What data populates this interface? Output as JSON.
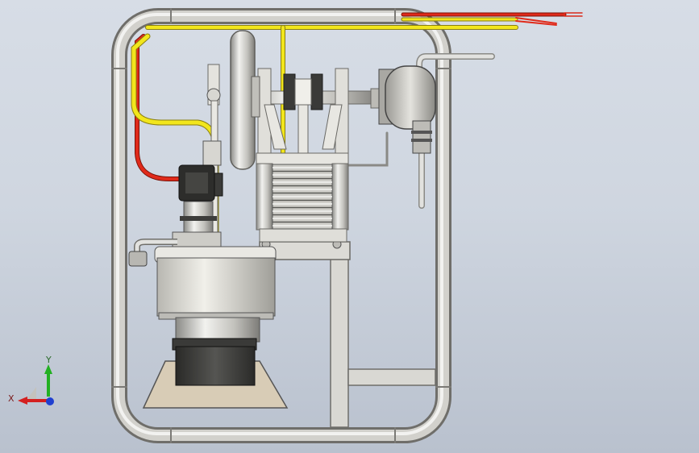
{
  "viewport": {
    "background_top": "#d7dde6",
    "background_bottom": "#b9c1ce"
  },
  "model": {
    "frame_color": "#c8c6c0",
    "wire_colors": [
      "#f2e61c",
      "#e02a1a"
    ],
    "components": [
      "tube-frame",
      "flywheel",
      "crankshaft",
      "compressor-head",
      "cooling-fins",
      "motor-housing",
      "gearbox",
      "base-mount",
      "solenoid-valve",
      "pressure-gauge",
      "support-leg",
      "wiring"
    ]
  },
  "triad": {
    "x_label": "X",
    "y_label": "Y",
    "x_color": "#d42020",
    "y_color": "#22b022",
    "z_color": "#2040d0"
  }
}
